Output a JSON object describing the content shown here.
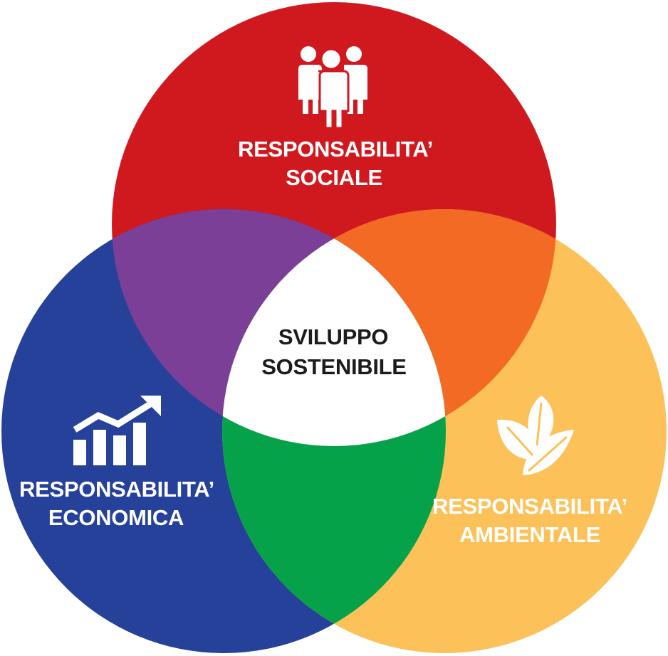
{
  "colors": {
    "social": "#D0191F",
    "economic": "#25419A",
    "environmental": "#FCC158",
    "social_economic": "#7B3F98",
    "social_environmental": "#F26A24",
    "economic_environmental": "#05A24A",
    "center": "#FFFFFF",
    "label_light": "#FFFFFF",
    "label_dark": "#1C1C1C"
  },
  "circles": {
    "social": {
      "label_line1": "RESPONSABILITA’",
      "label_line2": "SOCIALE",
      "icon": "people-group-icon"
    },
    "economic": {
      "label_line1": "RESPONSABILITA’",
      "label_line2": "ECONOMICA",
      "icon": "growth-chart-icon"
    },
    "environmental": {
      "label_line1": "RESPONSABILITA’",
      "label_line2": "AMBIENTALE",
      "icon": "leaves-icon"
    }
  },
  "center": {
    "label_line1": "SVILUPPO",
    "label_line2": "SOSTENIBILE"
  }
}
